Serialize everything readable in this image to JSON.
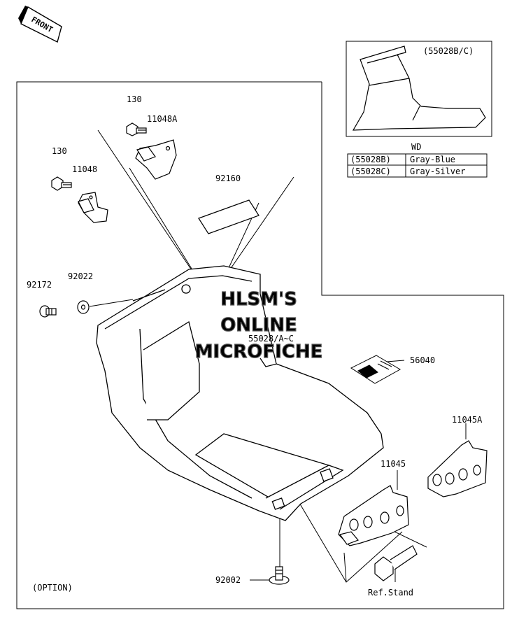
{
  "front_label": "FRONT",
  "inset": {
    "callout": "(55028B/C)",
    "table_header": "WD",
    "rows": [
      {
        "part": "(55028B)",
        "color": "Gray-Blue"
      },
      {
        "part": "(55028C)",
        "color": "Gray-Silver"
      }
    ]
  },
  "part_labels": {
    "p130_a": "130",
    "p11048A": "11048A",
    "p130_b": "130",
    "p11048": "11048",
    "p92160": "92160",
    "p92172": "92172",
    "p92022": "92022",
    "p55028": "55028/A~C",
    "p56040": "56040",
    "p11045A": "11045A",
    "p11045": "11045",
    "p92002": "92002",
    "ref_stand": "Ref.Stand"
  },
  "option_label": "(OPTION)",
  "watermark": {
    "line1": "HLSM'S",
    "line2": "ONLINE",
    "line3": "MICROFICHE"
  }
}
